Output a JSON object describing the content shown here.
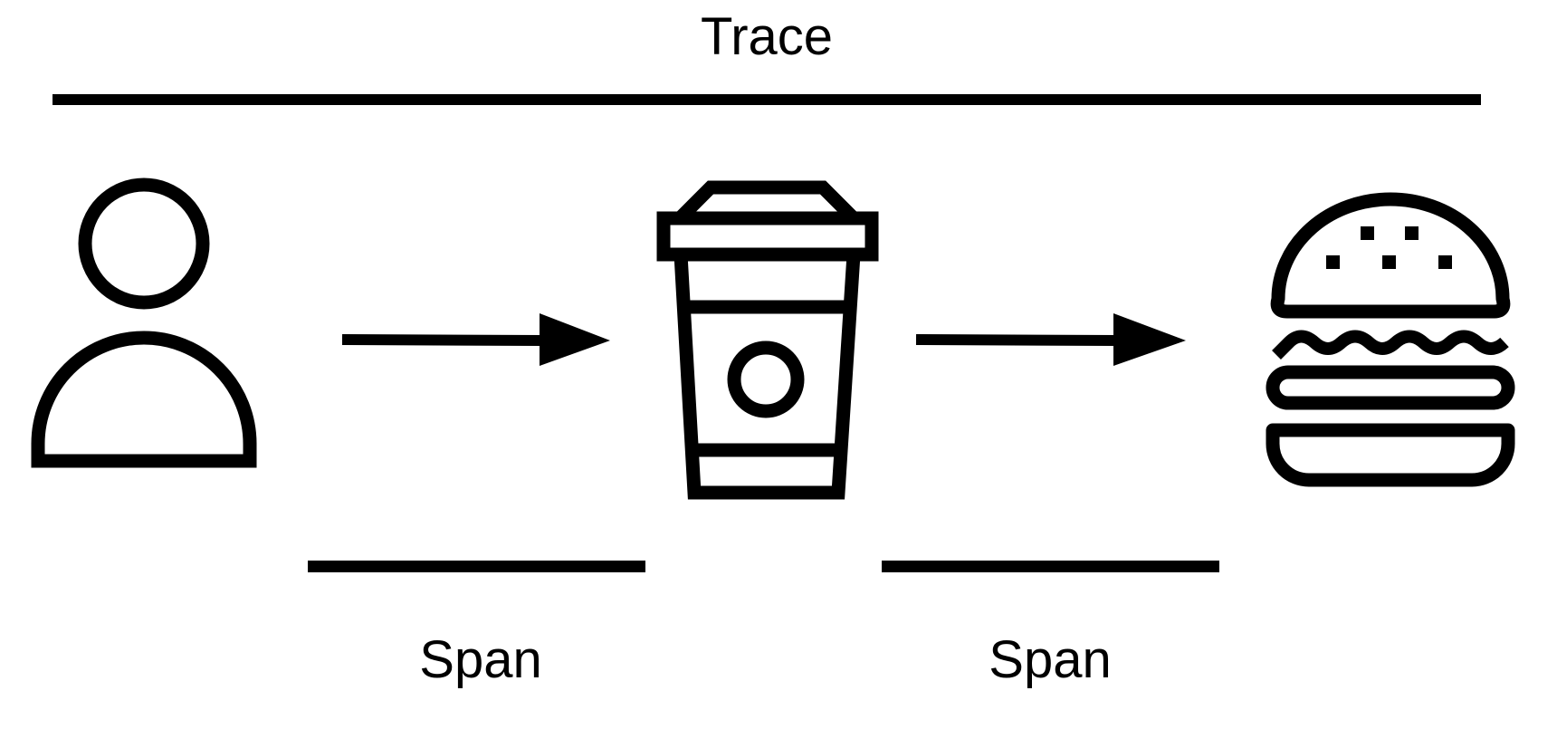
{
  "diagram": {
    "trace_label": "Trace",
    "span_labels": [
      "Span",
      "Span"
    ],
    "icons": {
      "source": "person-icon",
      "middle": "coffee-cup-icon",
      "target": "burger-icon"
    },
    "colors": {
      "stroke": "#000000",
      "background": "#ffffff"
    }
  }
}
